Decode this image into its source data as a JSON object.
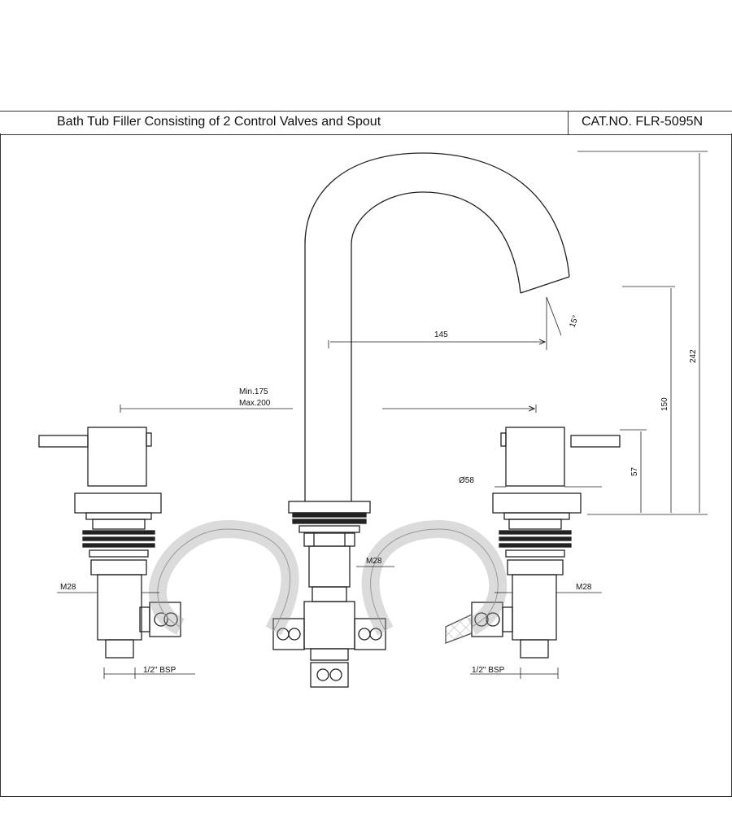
{
  "title_block": {
    "description": "Bath Tub Filler Consisting of 2 Control Valves and Spout",
    "catalog_number": "CAT.NO. FLR-5095N"
  },
  "dimensions": {
    "spout_reach": "145",
    "spout_angle": "15°",
    "center_min": "Min.175",
    "center_max": "Max.200",
    "overall_height": "242",
    "spout_outlet_height": "150",
    "handle_height": "57",
    "handle_diameter": "Ø58",
    "thread_spout": "M28",
    "thread_left_valve": "M28",
    "thread_right_valve": "M28",
    "bsp_left": "1/2\" BSP",
    "bsp_right": "1/2\" BSP"
  },
  "colors": {
    "line": "#222222",
    "hose": "#999999"
  }
}
